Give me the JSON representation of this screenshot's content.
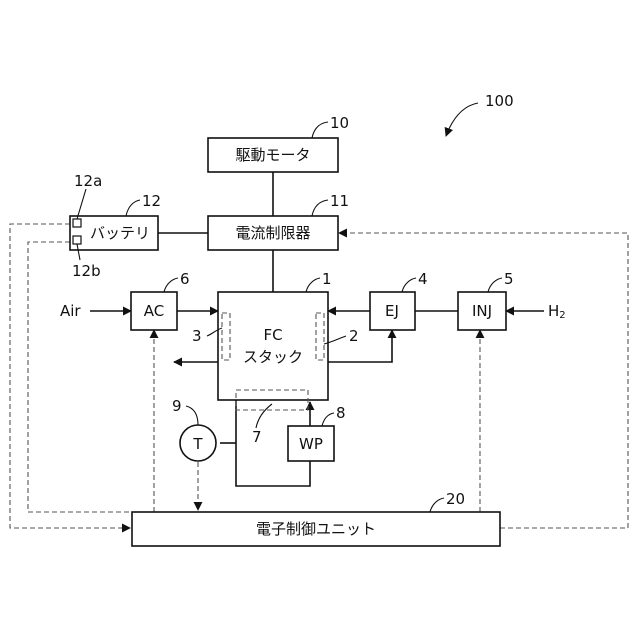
{
  "system_ref": "100",
  "components": {
    "motor": {
      "ref": "10",
      "label": "駆動モータ"
    },
    "limiter": {
      "ref": "11",
      "label": "電流制限器"
    },
    "battery": {
      "ref": "12",
      "label": "バッテリ",
      "terminal_a": "12a",
      "terminal_b": "12b"
    },
    "fc_stack": {
      "ref": "1",
      "label_line1": "FC",
      "label_line2": "スタック"
    },
    "anode_channel": {
      "ref": "2"
    },
    "cathode_channel": {
      "ref": "3"
    },
    "ejector": {
      "ref": "4",
      "label": "EJ"
    },
    "injector": {
      "ref": "5",
      "label": "INJ"
    },
    "compressor": {
      "ref": "6",
      "label": "AC"
    },
    "coolant_channel": {
      "ref": "7"
    },
    "water_pump": {
      "ref": "8",
      "label": "WP"
    },
    "temp_sensor": {
      "ref": "9",
      "label": "T"
    },
    "ecu": {
      "ref": "20",
      "label": "電子制御ユニット"
    }
  },
  "inputs": {
    "air": "Air",
    "hydrogen": "H",
    "hydrogen_sub": "2"
  }
}
